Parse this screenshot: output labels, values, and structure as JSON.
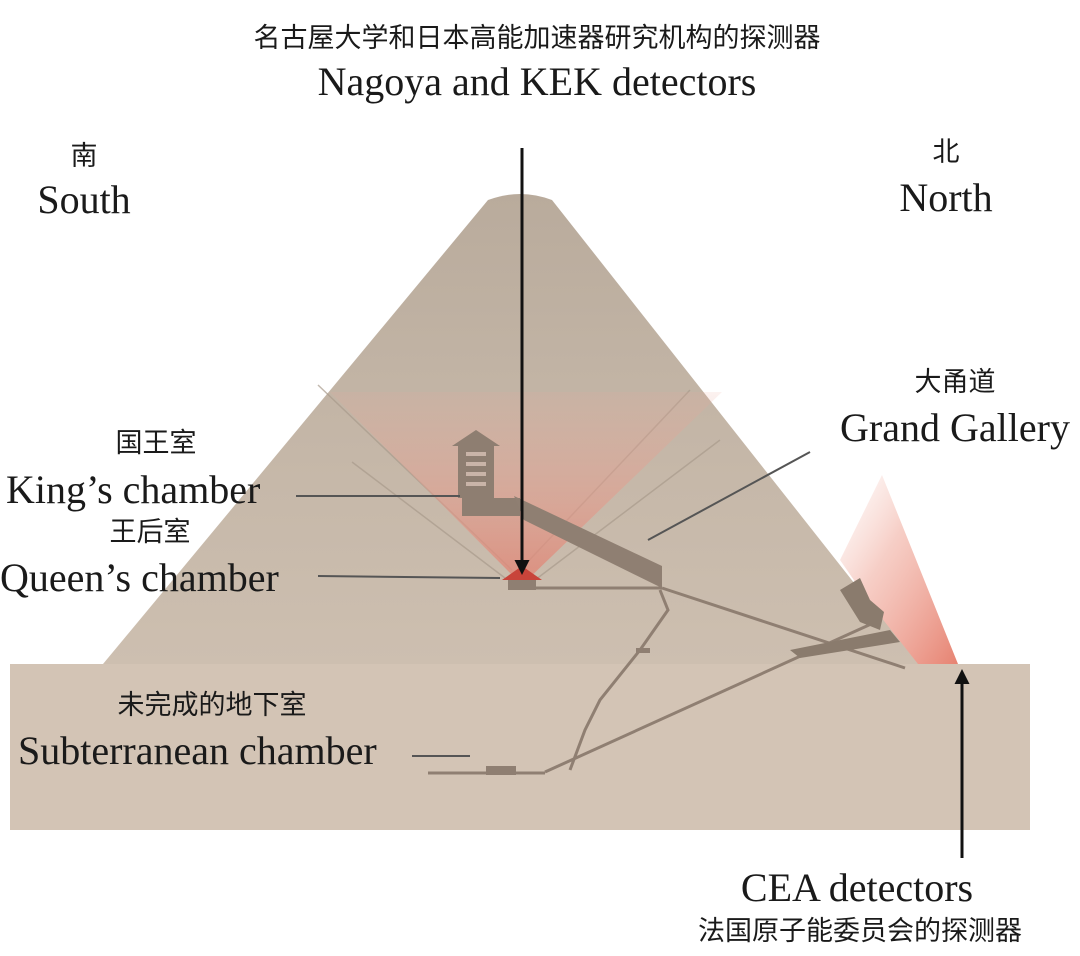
{
  "top_detectors": {
    "label_zh": "名古屋大学和日本高能加速器研究机构的探测器",
    "label_en": "Nagoya and KEK detectors"
  },
  "south": {
    "label_zh": "南",
    "label_en": "South"
  },
  "north": {
    "label_zh": "北",
    "label_en": "North"
  },
  "grand_gallery": {
    "label_zh": "大甬道",
    "label_en": "Grand Gallery"
  },
  "kings_chamber": {
    "label_zh": "国王室",
    "label_en": "King’s chamber"
  },
  "queens_chamber": {
    "label_zh": "王后室",
    "label_en": "Queen’s chamber"
  },
  "subterranean_chamber": {
    "label_zh": "未完成的地下室",
    "label_en": "Subterranean chamber"
  },
  "cea_detectors": {
    "label_en": "CEA detectors",
    "label_zh": "法国原子能委员会的探测器"
  },
  "colors": {
    "pyramid": "#c1b3a4",
    "ground": "#d2c3b4",
    "detection_cone": "#e8a699",
    "passage": "#8f7f72",
    "leader_line": "#555555"
  }
}
